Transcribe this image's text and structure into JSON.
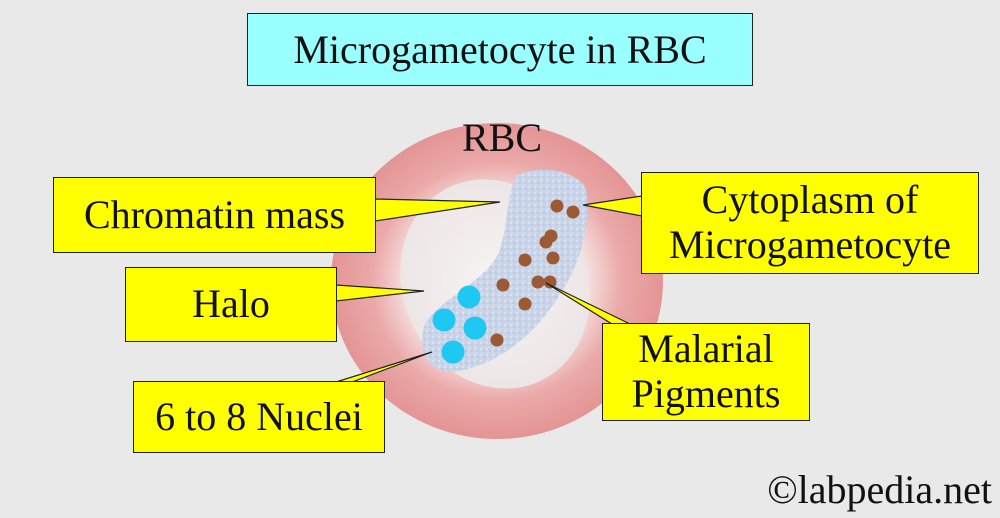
{
  "diagram": {
    "title": "Microgametocyte in RBC",
    "rbc_label": "RBC",
    "labels": {
      "chromatin_mass": "Chromatin mass",
      "halo": "Halo",
      "nuclei": "6 to 8 Nuclei",
      "cytoplasm": "Cytoplasm of Microgametocyte",
      "pigments": "Malarial Pigments"
    },
    "credit": "©labpedia.net"
  },
  "colors": {
    "background": "#e9e9e9",
    "title_box": "#99ffff",
    "label_box": "#ffff00",
    "rbc_ring": "#e8a0a0",
    "halo": "#f2eeee",
    "cytoplasm": "#c6d2e6",
    "nuclei": "#1ec8f2",
    "pigment": "#9b5a33"
  }
}
